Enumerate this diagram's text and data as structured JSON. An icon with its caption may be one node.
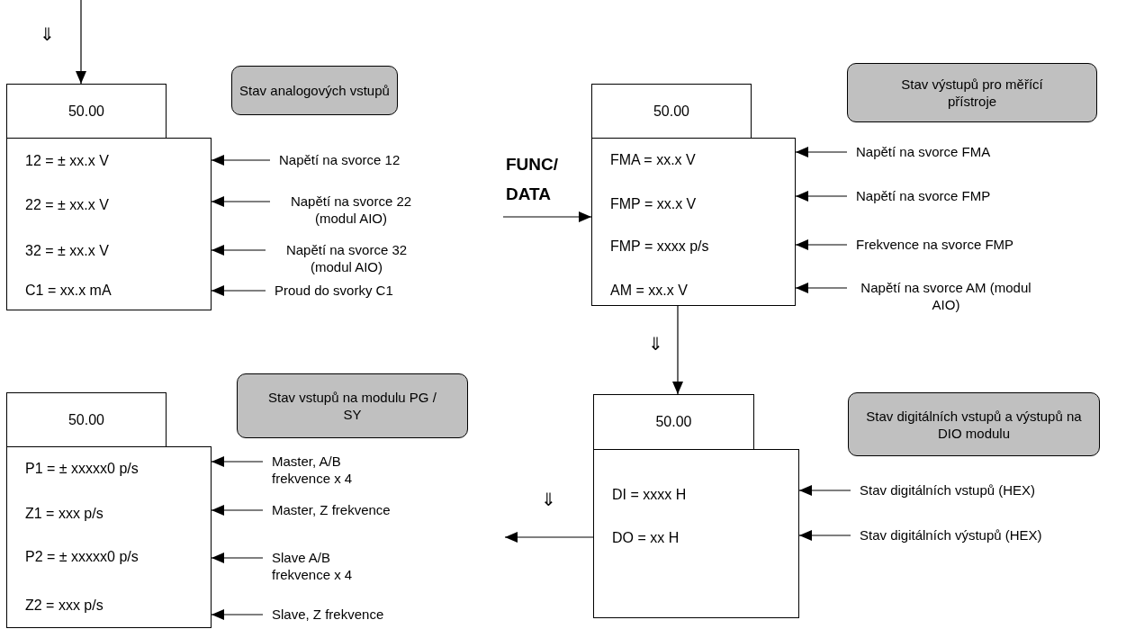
{
  "diagram": {
    "nodes": [
      {
        "text": [
          "50.00"
        ]
      },
      {
        "text": [
          "12 = ± xx.x V",
          "22 = ± xx.x V",
          "32 = ± xx.x V",
          "C1 = xx.x mA"
        ]
      },
      {
        "text": [
          "Stav analogových vstupů"
        ]
      },
      {
        "text": [
          "Napětí na svorce 12"
        ]
      },
      {
        "text": [
          "Napětí na svorce 22 (modul AIO)"
        ]
      },
      {
        "text": [
          "Napětí na svorce 32 (modul AIO)"
        ]
      },
      {
        "text": [
          "Proud do svorky C1"
        ]
      },
      {
        "text": [
          "50.00"
        ]
      },
      {
        "text": [
          "FMA = xx.x V",
          "FMP = xx.x V",
          "FMP = xxxx p/s",
          "AM = xx.x V"
        ]
      },
      {
        "text": [
          "Stav výstupů pro měřící přístroje"
        ]
      },
      {
        "text": [
          "Napětí na svorce FMA"
        ]
      },
      {
        "text": [
          "Napětí na svorce FMP"
        ]
      },
      {
        "text": [
          "Frekvence na svorce FMP"
        ]
      },
      {
        "text": [
          "Napětí na svorce AM (modul AIO)"
        ]
      },
      {
        "text": [
          "50.00"
        ]
      },
      {
        "text": [
          "P1 = ± xxxxx0 p/s",
          "Z1 = xxx p/s",
          "P2 = ± xxxxx0 p/s",
          "Z2 = xxx p/s"
        ]
      },
      {
        "text": [
          "Stav vstupů na modulu PG / SY"
        ]
      },
      {
        "text": [
          "Master, A/B frekvence x 4"
        ]
      },
      {
        "text": [
          "Master, Z frekvence"
        ]
      },
      {
        "text": [
          "Slave A/B frekvence x 4"
        ]
      },
      {
        "text": [
          "Slave, Z frekvence"
        ]
      },
      {
        "text": [
          "50.00"
        ]
      },
      {
        "text": [
          "DI = xxxx H",
          "DO = xx H"
        ]
      },
      {
        "text": [
          "Stav digitálních vstupů a výstupů na DIO modulu"
        ]
      },
      {
        "text": [
          "Stav digitálních vstupů (HEX)"
        ]
      },
      {
        "text": [
          "Stav digitálních výstupů (HEX)"
        ]
      }
    ],
    "edges": [
      {
        "from": null,
        "to": 0,
        "arrow": "to"
      },
      {
        "from": 3,
        "to": 1,
        "arrow": "to"
      },
      {
        "from": 4,
        "to": 1,
        "arrow": "to"
      },
      {
        "from": 5,
        "to": 1,
        "arrow": "to"
      },
      {
        "from": 6,
        "to": 1,
        "arrow": "to"
      },
      {
        "from": null,
        "to": 8,
        "arrow": "to",
        "label": "FUNC/ DATA"
      },
      {
        "from": 10,
        "to": 8,
        "arrow": "to"
      },
      {
        "from": 11,
        "to": 8,
        "arrow": "to"
      },
      {
        "from": 12,
        "to": 8,
        "arrow": "to"
      },
      {
        "from": 13,
        "to": 8,
        "arrow": "to"
      },
      {
        "from": 8,
        "to": 21,
        "arrow": "to"
      },
      {
        "from": 17,
        "to": 15,
        "arrow": "to"
      },
      {
        "from": 18,
        "to": 15,
        "arrow": "to"
      },
      {
        "from": 19,
        "to": 15,
        "arrow": "to"
      },
      {
        "from": 20,
        "to": 15,
        "arrow": "to"
      },
      {
        "from": 22,
        "to": null,
        "arrow": "to"
      },
      {
        "from": 24,
        "to": 22,
        "arrow": "to"
      },
      {
        "from": 25,
        "to": 22,
        "arrow": "to"
      }
    ],
    "labels": [
      "⇓",
      "⇓",
      "⇓"
    ]
  }
}
